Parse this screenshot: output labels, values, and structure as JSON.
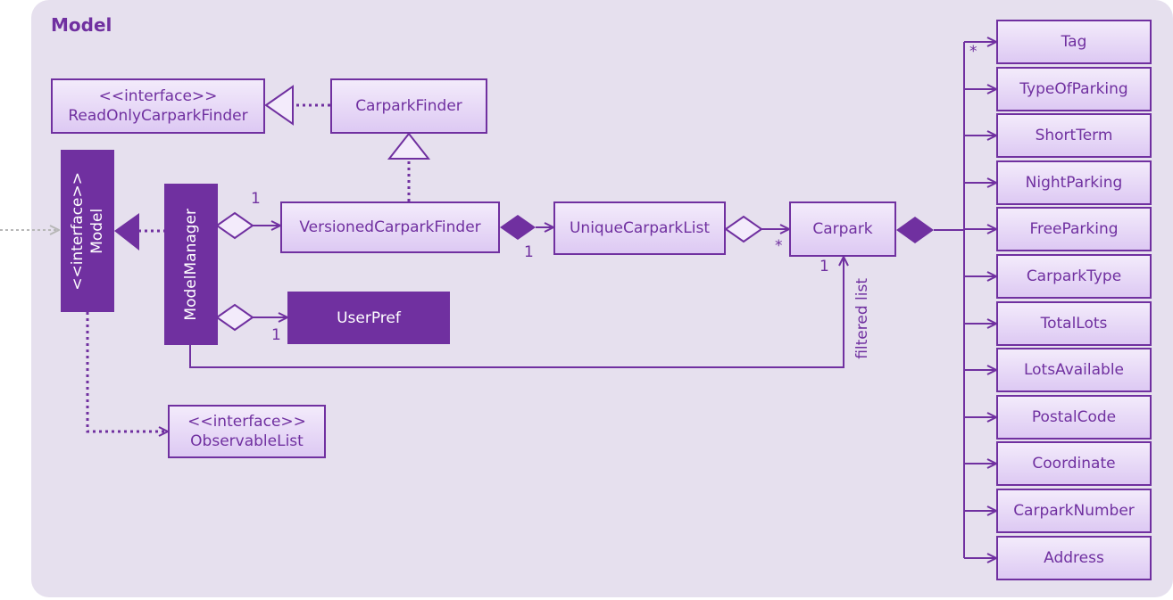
{
  "package_title": "Model",
  "classes": {
    "read_only_carpark_finder": {
      "stereotype": "<<interface>>",
      "name": "ReadOnlyCarparkFinder"
    },
    "carpark_finder": {
      "name": "CarparkFinder"
    },
    "model": {
      "stereotype": "<<interface>>",
      "name": "Model"
    },
    "model_manager": {
      "name": "ModelManager"
    },
    "versioned_carpark_finder": {
      "name": "VersionedCarparkFinder"
    },
    "unique_carpark_list": {
      "name": "UniqueCarparkList"
    },
    "carpark": {
      "name": "Carpark"
    },
    "user_pref": {
      "name": "UserPref"
    },
    "observable_list": {
      "stereotype": "<<interface>>",
      "name": "ObservableList"
    }
  },
  "attributes": [
    "Tag",
    "TypeOfParking",
    "ShortTerm",
    "NightParking",
    "FreeParking",
    "CarparkType",
    "TotalLots",
    "LotsAvailable",
    "PostalCode",
    "Coordinate",
    "CarparkNumber",
    "Address"
  ],
  "multiplicities": {
    "manager_to_versioned": "1",
    "versioned_to_unique": "1",
    "unique_to_carpark": "*",
    "manager_to_carpark": "1",
    "manager_to_userpref": "1",
    "carpark_to_attributes": "*"
  },
  "edge_labels": {
    "filtered_list": "filtered list"
  },
  "colors": {
    "accent": "#7030a0",
    "package_bg": "#e6e0ee",
    "box_top": "#f3ebfb",
    "box_bottom": "#ddc9f3",
    "external_arrow": "#b7b7b7"
  }
}
